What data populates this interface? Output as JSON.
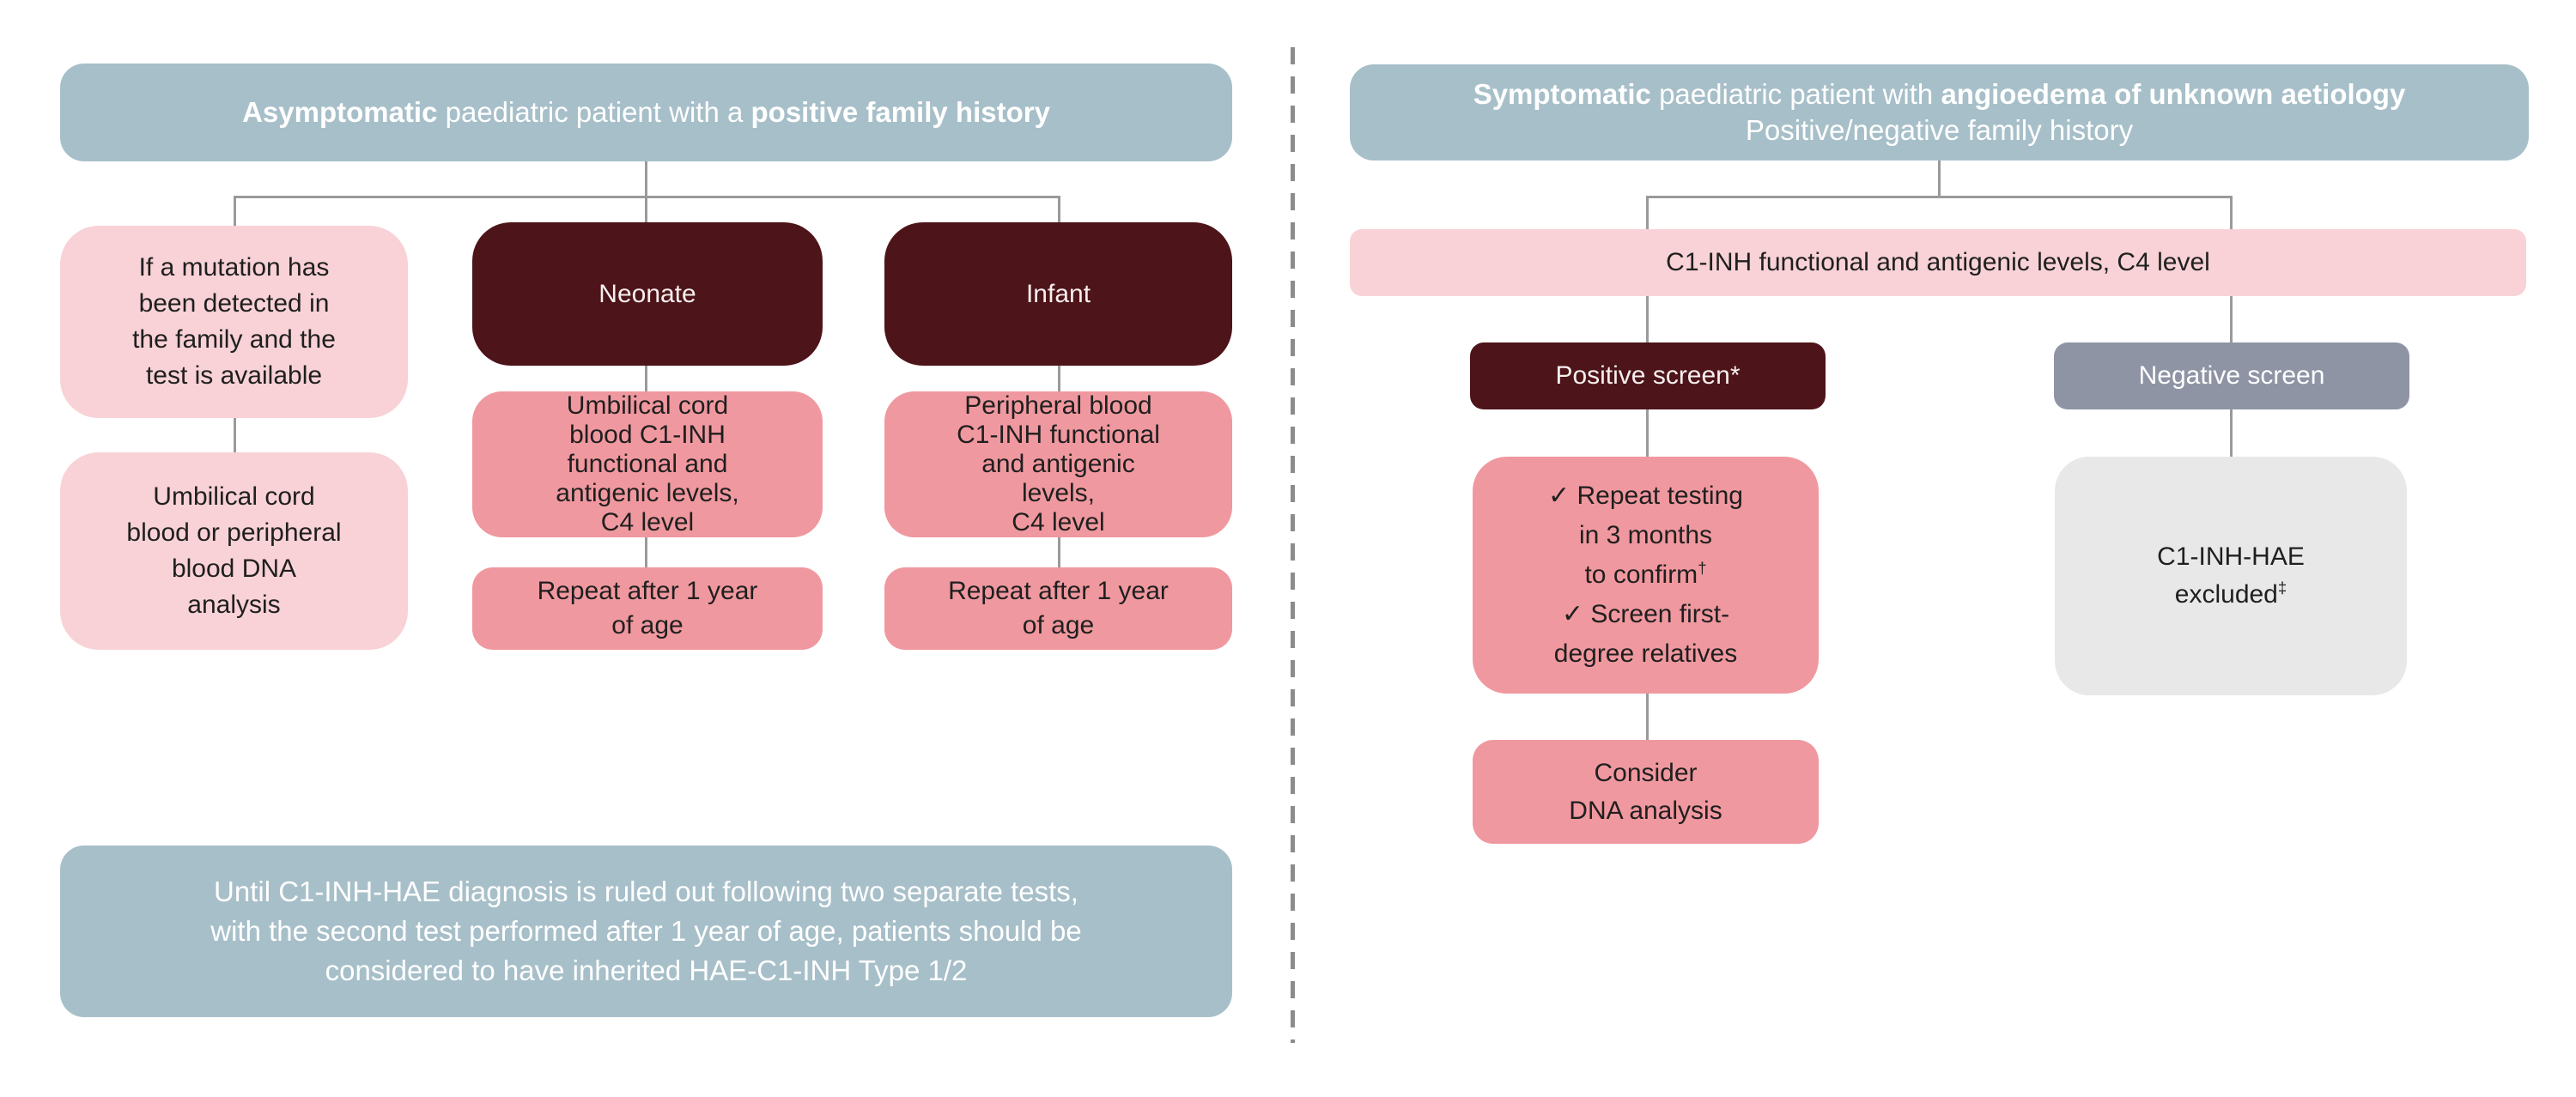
{
  "colors": {
    "header_blue": "#a7bfc9",
    "dark_maroon": "#4d1419",
    "light_pink": "#f8d2d6",
    "medium_pink": "#f0989f",
    "slate_gray": "#8e94a4",
    "light_gray": "#e8e8e8",
    "connector_gray": "#9a9a9a",
    "divider_gray": "#8c8c8c"
  },
  "left": {
    "header": {
      "bold_lead": "Asymptomatic",
      "mid": " paediatric patient with a ",
      "bold_tail": "positive family history"
    },
    "col1": {
      "box1_lines": [
        "If a mutation has",
        "been detected in",
        "the family and the",
        "test is available"
      ],
      "box2_lines": [
        "Umbilical cord",
        "blood or peripheral",
        "blood DNA",
        "analysis"
      ]
    },
    "col2": {
      "title": "Neonate",
      "box2_lines": [
        "Umbilical cord",
        "blood C1-INH",
        "functional and",
        "antigenic levels,",
        "C4 level"
      ],
      "box3_lines": [
        "Repeat after 1 year",
        "of age"
      ]
    },
    "col3": {
      "title": "Infant",
      "box2_lines": [
        "Peripheral blood",
        "C1-INH functional",
        "and antigenic",
        "levels,",
        "C4 level"
      ],
      "box3_lines": [
        "Repeat after 1 year",
        "of age"
      ]
    },
    "footer_lines": [
      "Until C1-INH-HAE diagnosis is ruled out following two separate tests,",
      "with the second test performed after 1 year of age, patients should be",
      "considered to have inherited HAE-C1-INH Type 1/2"
    ]
  },
  "right": {
    "header": {
      "bold_lead": "Symptomatic",
      "mid": " paediatric patient with ",
      "bold_tail": "angioedema of unknown aetiology",
      "line2": "Positive/negative family history"
    },
    "test_bar": "C1-INH functional and antigenic levels, C4 level",
    "positive_label": "Positive screen*",
    "negative_label": "Negative screen",
    "check_box": {
      "line1": "✓ Repeat testing",
      "line2": "in 3 months",
      "line3_text": "to confirm",
      "line3_sup": "†",
      "line4": "✓ Screen first-",
      "line5": "degree relatives"
    },
    "consider_lines": [
      "Consider",
      "DNA analysis"
    ],
    "excluded": {
      "line1": "C1-INH-HAE",
      "line2_text": "excluded",
      "line2_sup": "‡"
    }
  }
}
